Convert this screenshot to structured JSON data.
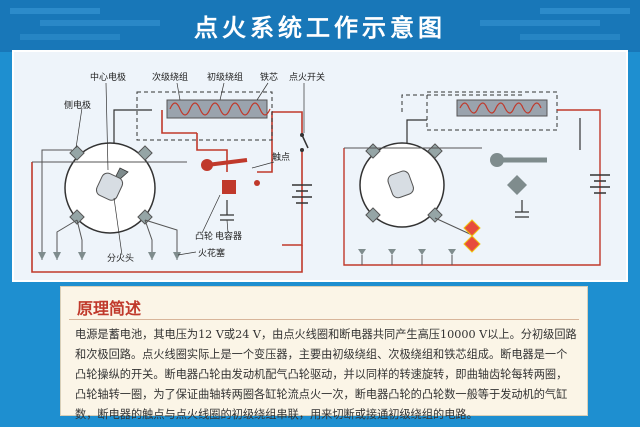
{
  "title": "点火系统工作示意图",
  "labels": {
    "center_electrode": "中心电极",
    "secondary_winding": "次级绕组",
    "primary_winding": "初级绕组",
    "iron_core": "铁芯",
    "ignition_switch": "点火开关",
    "side_electrode": "侧电极",
    "contact_point": "触点",
    "cam": "凸轮",
    "capacitor": "电容器",
    "distributor_head": "分火头",
    "spark_plug": "火花塞"
  },
  "description": {
    "heading": "原理简述",
    "body": "电源是蓄电池，其电压为12 V或24 V，由点火线圈和断电器共同产生高压10000 V以上。分初级回路和次极回路。点火线圈实际上是一个变压器，主要由初级绕组、次极绕组和铁芯组成。断电器是一个凸轮操纵的开关。断电器凸轮由发动机配气凸轮驱动，并以同样的转速旋转，即曲轴齿轮每转两圈，凸轮轴转一圈，为了保证曲轴转两圈各缸轮流点火一次，断电器凸轮的凸轮数一般等于发动机的气缸数，断电器的触点与点火线圈的初级绕组串联，用来切断或接通初级绕组的电路。"
  }
}
